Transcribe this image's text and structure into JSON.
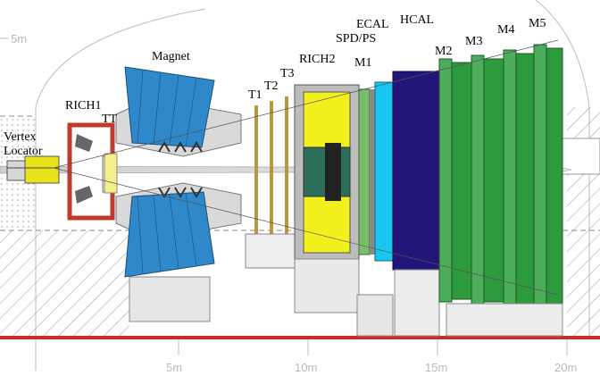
{
  "labels": {
    "vertex_locator_line1": "Vertex",
    "vertex_locator_line2": "Locator",
    "rich1": "RICH1",
    "tt": "TT",
    "magnet": "Magnet",
    "t1": "T1",
    "t2": "T2",
    "t3": "T3",
    "rich2": "RICH2",
    "m1": "M1",
    "spd_ps": "SPD/PS",
    "ecal": "ECAL",
    "hcal": "HCAL",
    "m2": "M2",
    "m3": "M3",
    "m4": "M4",
    "m5": "M5"
  },
  "scale": {
    "vertical_5m": "5m",
    "ticks": [
      "5m",
      "10m",
      "15m",
      "20m"
    ]
  },
  "colors": {
    "magnet": "#2f88c9",
    "rich_yellow": "#f2f01c",
    "ecal": "#19c6f0",
    "hcal": "#22157a",
    "muon_green": "#2e9a3e",
    "rich1_frame": "#c0392b",
    "velo": "#e8e21a",
    "tracker": "#b59a3c"
  }
}
